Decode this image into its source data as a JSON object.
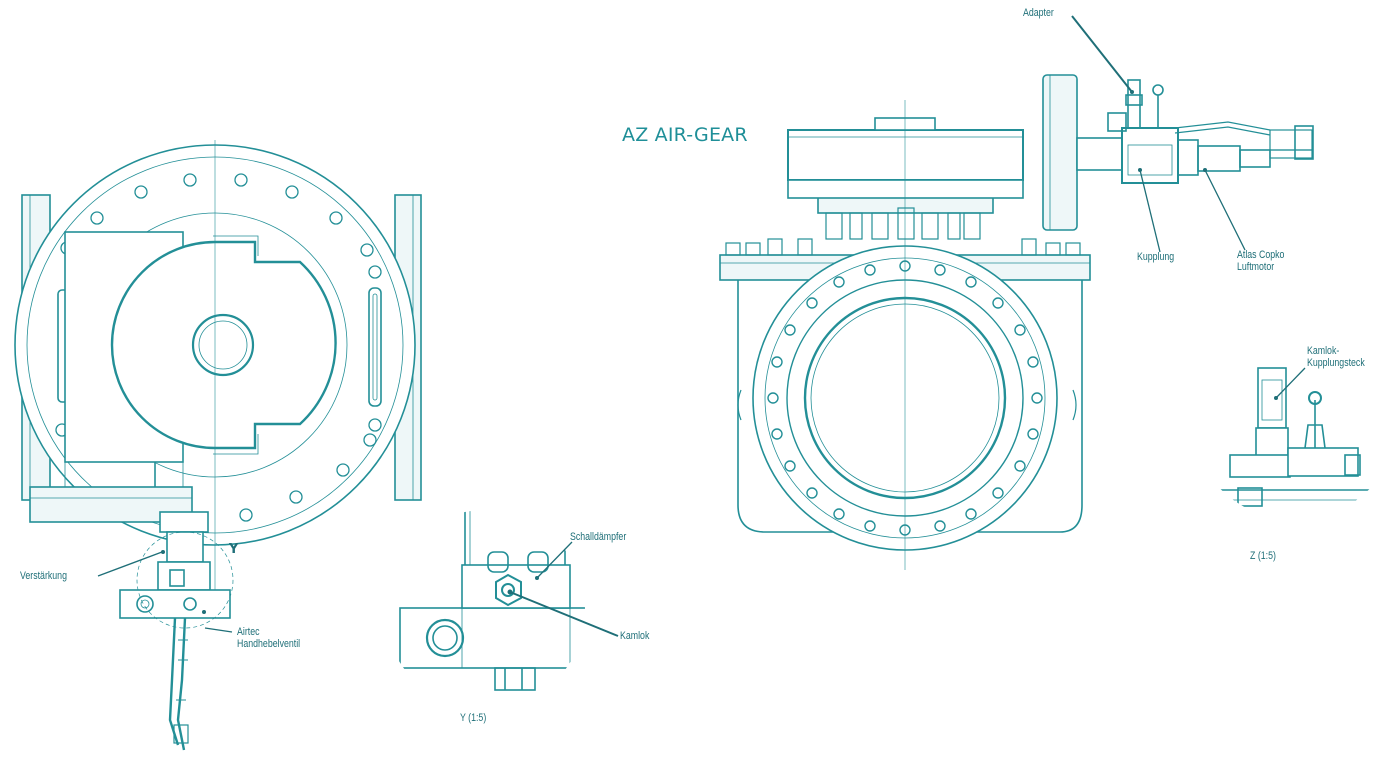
{
  "title": "AZ AIR-GEAR",
  "colors": {
    "line": "#238f97",
    "text": "#1f6f78",
    "fill": "#e6f4f5"
  },
  "labels": {
    "adapter": "Adapter",
    "kupplung": "Kupplung",
    "motor_line1": "Atlas Copko",
    "motor_line2": "Luftmotor",
    "kamlok_stecker_line1": "Kamlok-",
    "kamlok_stecker_line2": "Kupplungsteck",
    "z_scale": "Z (1:5)",
    "verstaerkung": "Verstärkung",
    "airtec_line1": "Airtec",
    "airtec_line2": "Handhebelventil",
    "detail_y": "Y",
    "schalldaempfer": "Schalldämpfer",
    "kamlok": "Kamlok",
    "y_scale": "Y (1:5)"
  }
}
